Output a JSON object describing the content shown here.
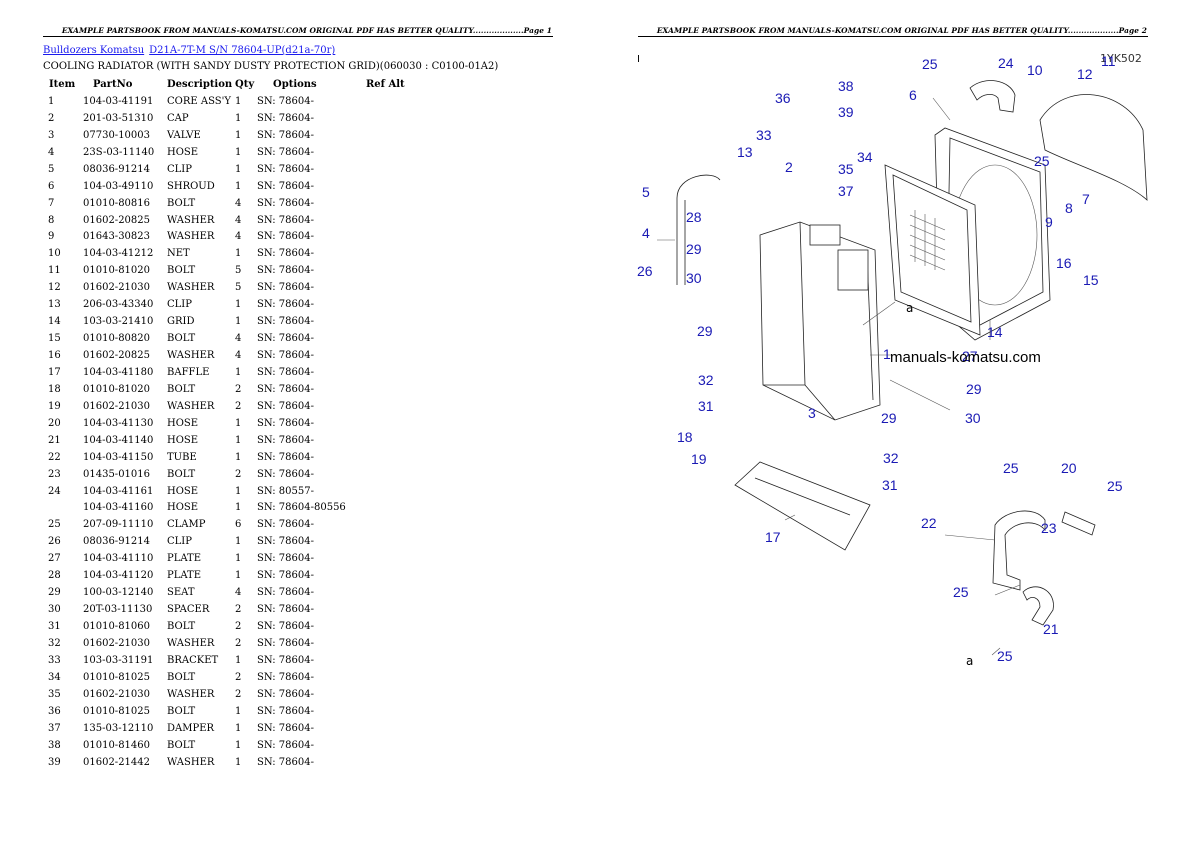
{
  "header": {
    "left": "EXAMPLE PARTSBOOK FROM MANUALS-KOMATSU.COM ORIGINAL PDF HAS BETTER QUALITY...................Page 1",
    "right": "EXAMPLE PARTSBOOK FROM MANUALS-KOMATSU.COM ORIGINAL PDF HAS BETTER QUALITY...................Page 2"
  },
  "breadcrumb": {
    "link1": "Bulldozers Komatsu",
    "link2": "D21A-7T-M S/N 78604-UP(d21a-70r)"
  },
  "title": "COOLING RADIATOR (WITH SANDY DUSTY PROTECTION GRID)(060030 : C0100-01A2)",
  "columns": {
    "item": "Item",
    "partno": "PartNo",
    "description": "Description",
    "qty": "Qty",
    "options": "Options",
    "refalt": "Ref Alt"
  },
  "rows": [
    {
      "item": "1",
      "partno": "104-03-41191",
      "desc": "CORE ASS'Y",
      "qty": "1",
      "opt": "SN: 78604-"
    },
    {
      "item": "2",
      "partno": "201-03-51310",
      "desc": "CAP",
      "qty": "1",
      "opt": "SN: 78604-"
    },
    {
      "item": "3",
      "partno": "07730-10003",
      "desc": "VALVE",
      "qty": "1",
      "opt": "SN: 78604-"
    },
    {
      "item": "4",
      "partno": "23S-03-11140",
      "desc": "HOSE",
      "qty": "1",
      "opt": "SN: 78604-"
    },
    {
      "item": "5",
      "partno": "08036-91214",
      "desc": "CLIP",
      "qty": "1",
      "opt": "SN: 78604-"
    },
    {
      "item": "6",
      "partno": "104-03-49110",
      "desc": "SHROUD",
      "qty": "1",
      "opt": "SN: 78604-"
    },
    {
      "item": "7",
      "partno": "01010-80816",
      "desc": "BOLT",
      "qty": "4",
      "opt": "SN: 78604-"
    },
    {
      "item": "8",
      "partno": "01602-20825",
      "desc": "WASHER",
      "qty": "4",
      "opt": "SN: 78604-"
    },
    {
      "item": "9",
      "partno": "01643-30823",
      "desc": "WASHER",
      "qty": "4",
      "opt": "SN: 78604-"
    },
    {
      "item": "10",
      "partno": "104-03-41212",
      "desc": "NET",
      "qty": "1",
      "opt": "SN: 78604-"
    },
    {
      "item": "11",
      "partno": "01010-81020",
      "desc": "BOLT",
      "qty": "5",
      "opt": "SN: 78604-"
    },
    {
      "item": "12",
      "partno": "01602-21030",
      "desc": "WASHER",
      "qty": "5",
      "opt": "SN: 78604-"
    },
    {
      "item": "13",
      "partno": "206-03-43340",
      "desc": "CLIP",
      "qty": "1",
      "opt": "SN: 78604-"
    },
    {
      "item": "14",
      "partno": "103-03-21410",
      "desc": "GRID",
      "qty": "1",
      "opt": "SN: 78604-"
    },
    {
      "item": "15",
      "partno": "01010-80820",
      "desc": "BOLT",
      "qty": "4",
      "opt": "SN: 78604-"
    },
    {
      "item": "16",
      "partno": "01602-20825",
      "desc": "WASHER",
      "qty": "4",
      "opt": "SN: 78604-"
    },
    {
      "item": "17",
      "partno": "104-03-41180",
      "desc": "BAFFLE",
      "qty": "1",
      "opt": "SN: 78604-"
    },
    {
      "item": "18",
      "partno": "01010-81020",
      "desc": "BOLT",
      "qty": "2",
      "opt": "SN: 78604-"
    },
    {
      "item": "19",
      "partno": "01602-21030",
      "desc": "WASHER",
      "qty": "2",
      "opt": "SN: 78604-"
    },
    {
      "item": "20",
      "partno": "104-03-41130",
      "desc": "HOSE",
      "qty": "1",
      "opt": "SN: 78604-"
    },
    {
      "item": "21",
      "partno": "104-03-41140",
      "desc": "HOSE",
      "qty": "1",
      "opt": "SN: 78604-"
    },
    {
      "item": "22",
      "partno": "104-03-41150",
      "desc": "TUBE",
      "qty": "1",
      "opt": "SN: 78604-"
    },
    {
      "item": "23",
      "partno": "01435-01016",
      "desc": "BOLT",
      "qty": "2",
      "opt": "SN: 78604-"
    },
    {
      "item": "24",
      "partno": "104-03-41161",
      "desc": "HOSE",
      "qty": "1",
      "opt": "SN: 80557-"
    },
    {
      "item": "",
      "partno": "104-03-41160",
      "desc": "HOSE",
      "qty": "1",
      "opt": "SN: 78604-80556"
    },
    {
      "item": "25",
      "partno": "207-09-11110",
      "desc": "CLAMP",
      "qty": "6",
      "opt": "SN: 78604-"
    },
    {
      "item": "26",
      "partno": "08036-91214",
      "desc": "CLIP",
      "qty": "1",
      "opt": "SN: 78604-"
    },
    {
      "item": "27",
      "partno": "104-03-41110",
      "desc": "PLATE",
      "qty": "1",
      "opt": "SN: 78604-"
    },
    {
      "item": "28",
      "partno": "104-03-41120",
      "desc": "PLATE",
      "qty": "1",
      "opt": "SN: 78604-"
    },
    {
      "item": "29",
      "partno": "100-03-12140",
      "desc": "SEAT",
      "qty": "4",
      "opt": "SN: 78604-"
    },
    {
      "item": "30",
      "partno": "20T-03-11130",
      "desc": "SPACER",
      "qty": "2",
      "opt": "SN: 78604-"
    },
    {
      "item": "31",
      "partno": "01010-81060",
      "desc": "BOLT",
      "qty": "2",
      "opt": "SN: 78604-"
    },
    {
      "item": "32",
      "partno": "01602-21030",
      "desc": "WASHER",
      "qty": "2",
      "opt": "SN: 78604-"
    },
    {
      "item": "33",
      "partno": "103-03-31191",
      "desc": "BRACKET",
      "qty": "1",
      "opt": "SN: 78604-"
    },
    {
      "item": "34",
      "partno": "01010-81025",
      "desc": "BOLT",
      "qty": "2",
      "opt": "SN: 78604-"
    },
    {
      "item": "35",
      "partno": "01602-21030",
      "desc": "WASHER",
      "qty": "2",
      "opt": "SN: 78604-"
    },
    {
      "item": "36",
      "partno": "01010-81025",
      "desc": "BOLT",
      "qty": "1",
      "opt": "SN: 78604-"
    },
    {
      "item": "37",
      "partno": "135-03-12110",
      "desc": "DAMPER",
      "qty": "1",
      "opt": "SN: 78604-"
    },
    {
      "item": "38",
      "partno": "01010-81460",
      "desc": "BOLT",
      "qty": "1",
      "opt": "SN: 78604-"
    },
    {
      "item": "39",
      "partno": "01602-21442",
      "desc": "WASHER",
      "qty": "1",
      "opt": "SN: 78604-"
    }
  ],
  "drawing": {
    "watermark": "manuals-komatsu.com",
    "figure_code": "1YK502",
    "corner_mark": "I",
    "arrow_label": "a",
    "callouts": [
      "1",
      "2",
      "3",
      "4",
      "5",
      "6",
      "7",
      "8",
      "9",
      "10",
      "11",
      "12",
      "13",
      "14",
      "15",
      "16",
      "17",
      "18",
      "19",
      "20",
      "21",
      "22",
      "23",
      "24",
      "25",
      "25",
      "25",
      "25",
      "25",
      "25",
      "26",
      "27",
      "28",
      "29",
      "29",
      "29",
      "29",
      "30",
      "30",
      "31",
      "31",
      "32",
      "32",
      "33",
      "34",
      "35",
      "36",
      "37",
      "38",
      "39",
      "a"
    ]
  }
}
